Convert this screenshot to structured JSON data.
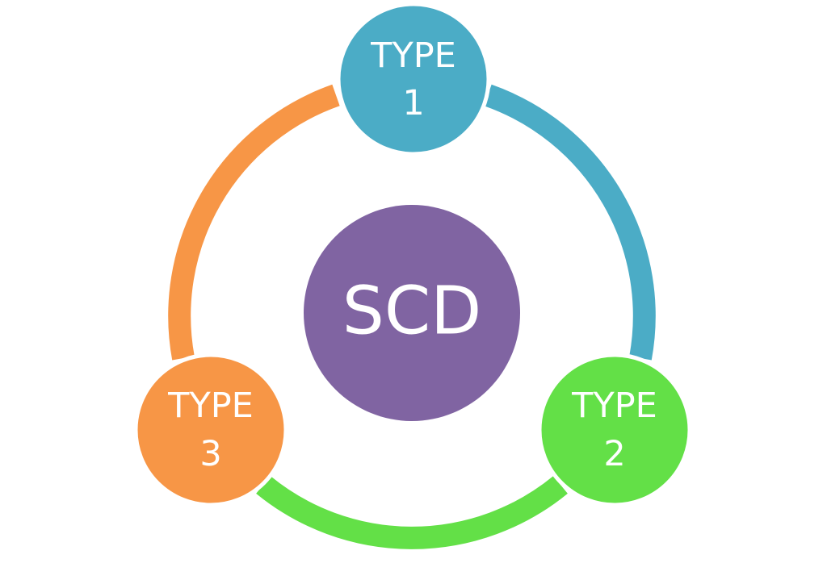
{
  "diagram": {
    "center": {
      "label": "SCD",
      "color": "#8064A2"
    },
    "nodes": [
      {
        "id": "type-1",
        "line1": "TYPE",
        "line2": "1",
        "color": "#4BACC6"
      },
      {
        "id": "type-2",
        "line1": "TYPE",
        "line2": "2",
        "color": "#63E047"
      },
      {
        "id": "type-3",
        "line1": "TYPE",
        "line2": "3",
        "color": "#F79646"
      }
    ],
    "arcs": [
      {
        "from": "type-1",
        "to": "type-2",
        "color": "#4BACC6"
      },
      {
        "from": "type-2",
        "to": "type-3",
        "color": "#63E047"
      },
      {
        "from": "type-3",
        "to": "type-1",
        "color": "#F79646"
      }
    ]
  }
}
